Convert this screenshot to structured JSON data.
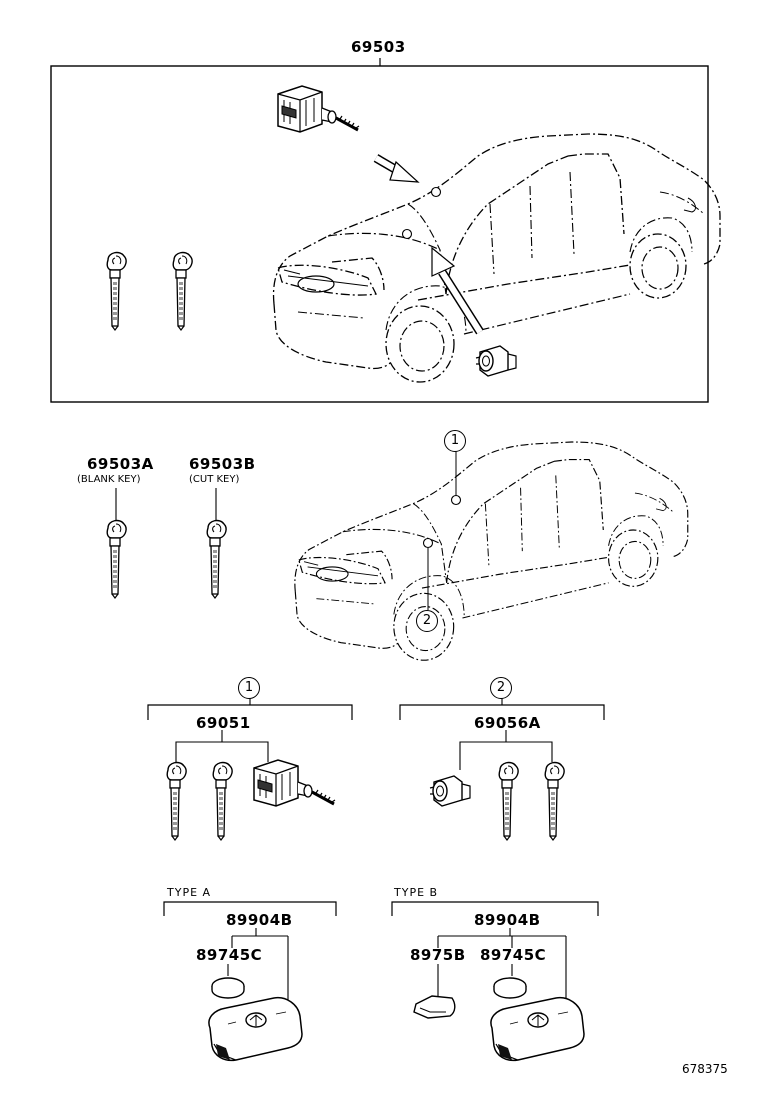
{
  "top_assembly": {
    "part": "69503"
  },
  "keys": {
    "blank": {
      "part": "69503A",
      "note": "(BLANK KEY)"
    },
    "cut": {
      "part": "69503B",
      "note": "(CUT KEY)"
    }
  },
  "callouts": {
    "one": "1",
    "two": "2"
  },
  "group1": {
    "marker": "1",
    "part": "69051"
  },
  "group2": {
    "marker": "2",
    "part": "69056A"
  },
  "type_a": {
    "label": "TYPE  A",
    "part": "89904B",
    "battery": "89745C"
  },
  "type_b": {
    "label": "TYPE  B",
    "part": "89904B",
    "cover": "8975B",
    "battery": "89745C"
  },
  "figure_number": "678375"
}
